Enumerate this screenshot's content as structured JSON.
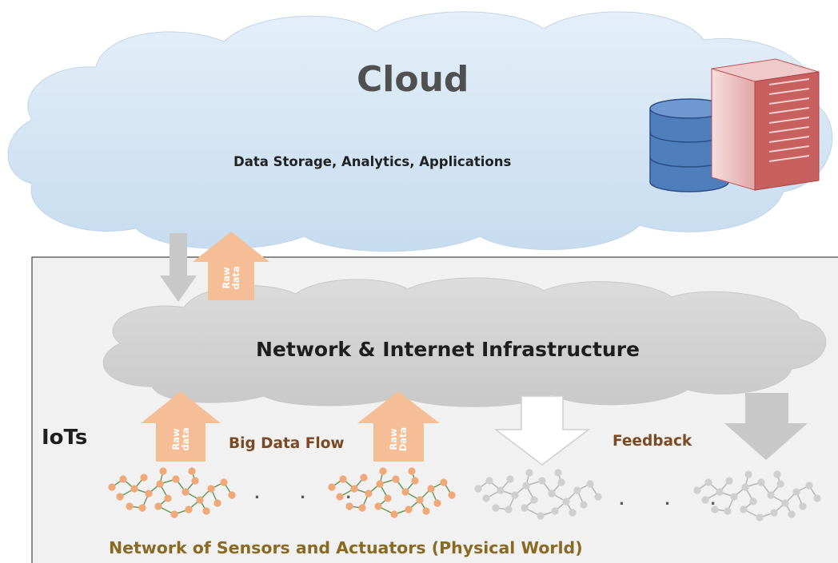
{
  "cloud": {
    "title": "Cloud",
    "subtitle": "Data Storage, Analytics, Applications"
  },
  "network": {
    "title": "Network & Internet Infrastructure"
  },
  "iot": {
    "label": "IoTs",
    "big_data_flow": "Big Data Flow",
    "feedback": "Feedback",
    "sensors_caption": "Network of Sensors and Actuators (Physical World)"
  },
  "arrows": {
    "raw_data_1": [
      "Raw",
      "data"
    ],
    "raw_data_2": [
      "Raw",
      "data"
    ],
    "raw_data_3": [
      "Raw",
      "Data"
    ]
  },
  "ellipsis": ". . .",
  "colors": {
    "cloud_fill": "#d4e6f5",
    "network_cloud_fill": "#d3d3d3",
    "iot_panel_fill": "#f1f1f1",
    "up_arrow": "#f5be96",
    "down_arrow": "#c8c8c8",
    "sensor_node_active": "#f0a878",
    "sensor_edge_active": "#6a9a5a",
    "sensor_node_inactive": "#cfcfcf",
    "database": "#4f7ebd",
    "server": "#c45a5a"
  }
}
